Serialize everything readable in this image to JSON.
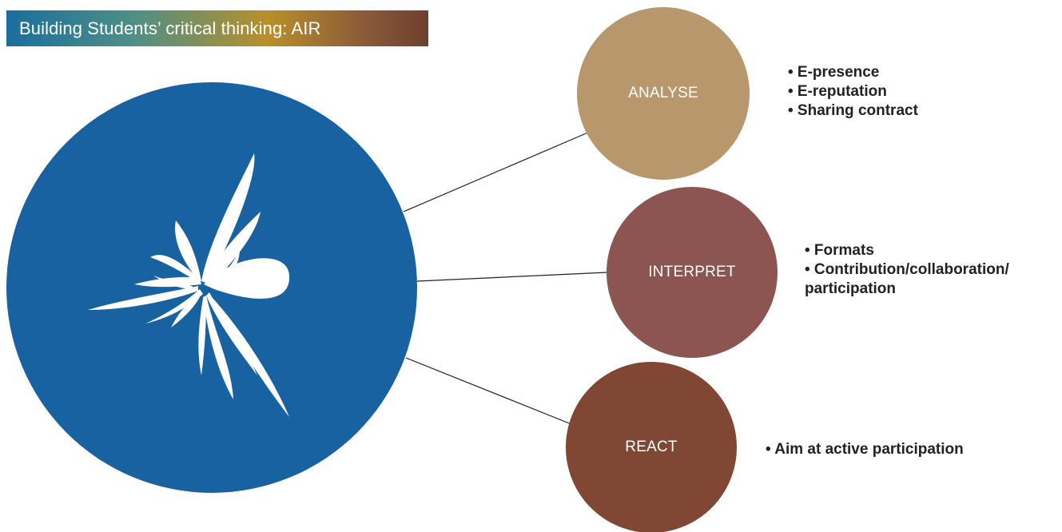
{
  "title": "Building Students’ critical thinking: AIR",
  "colors": {
    "hub": "#1862a1",
    "analyse": "#b7976b",
    "interpret": "#8d5552",
    "react": "#804834",
    "connector": "#222222"
  },
  "hub": {
    "icon": "flower-burst-icon"
  },
  "nodes": [
    {
      "label": "ANALYSE",
      "bullets": [
        "• E-presence",
        "• E-reputation",
        "• Sharing contract"
      ]
    },
    {
      "label": "INTERPRET",
      "bullets": [
        "• Formats",
        "• Contribution/collaboration/",
        "participation"
      ]
    },
    {
      "label": "REACT",
      "bullets": [
        "• Aim at active participation"
      ]
    }
  ]
}
